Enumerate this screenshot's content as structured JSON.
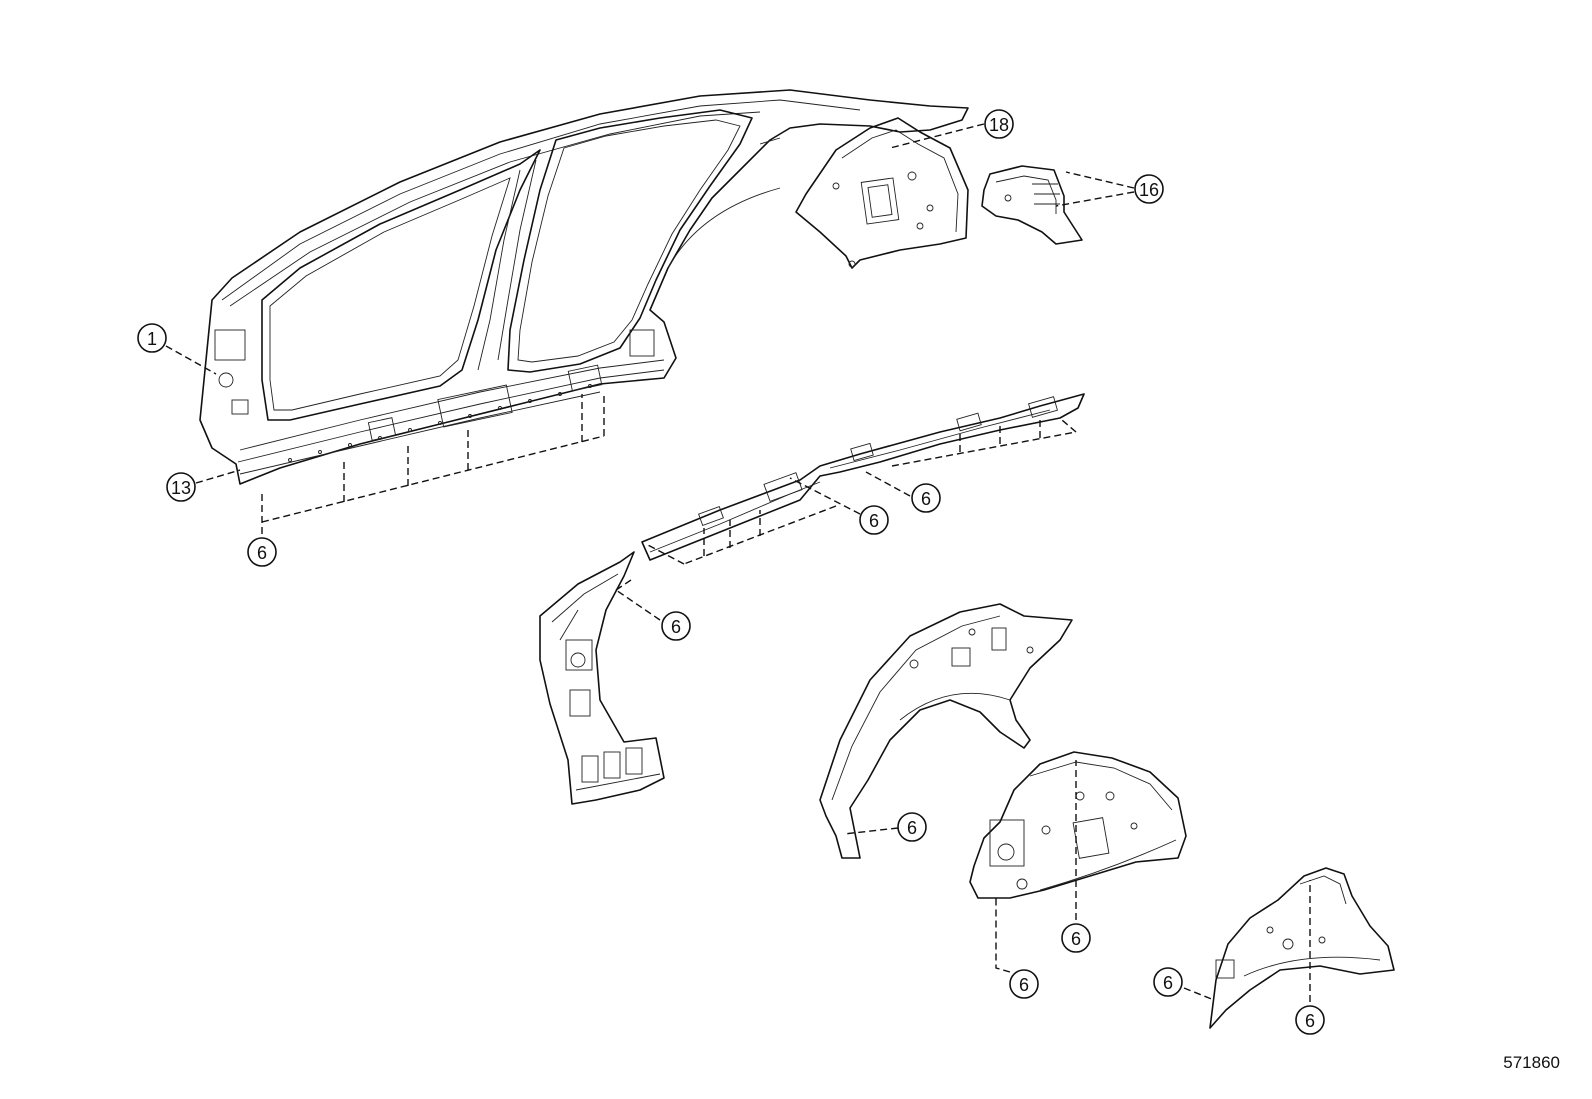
{
  "diagram_id": "571860",
  "callouts": {
    "c1": "1",
    "c13": "13",
    "c6_sill": "6",
    "c18": "18",
    "c16": "16",
    "c6_rail_mid": "6",
    "c6_rail_right": "6",
    "c6_pillar": "6",
    "c6_front_wheelhouse": "6",
    "c6_rear_wheelhouse_bottom": "6",
    "c6_rear_wheelhouse_left": "6",
    "c6_quarter_left": "6",
    "c6_quarter_right": "6"
  },
  "colors": {
    "line": "#111111",
    "background": "#ffffff"
  }
}
